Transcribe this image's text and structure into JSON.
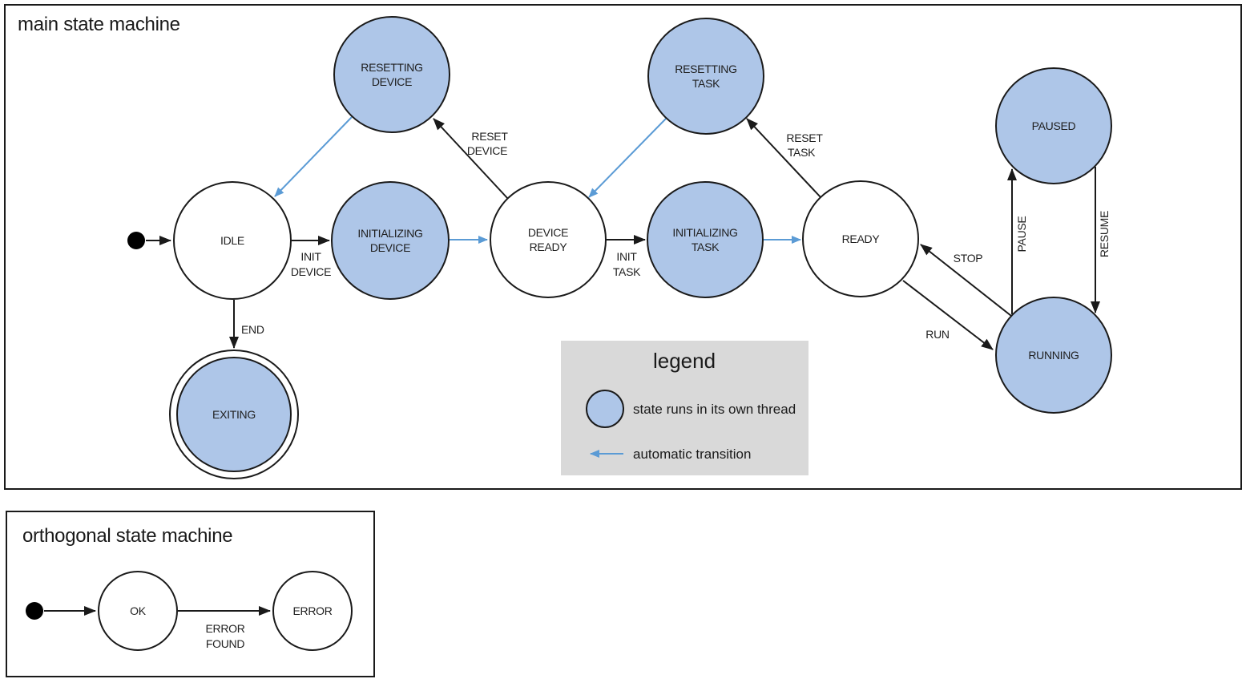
{
  "colors": {
    "threaded_state_fill": "#aec6e8",
    "automatic_transition": "#5b9bd5",
    "legend_background": "#d9d9d9",
    "line": "#1a1a1a"
  },
  "main": {
    "title": "main state machine",
    "states": {
      "idle": {
        "line1": "IDLE"
      },
      "initializing_device": {
        "line1": "INITIALIZING",
        "line2": "DEVICE"
      },
      "device_ready": {
        "line1": "DEVICE",
        "line2": "READY"
      },
      "initializing_task": {
        "line1": "INITIALIZING",
        "line2": "TASK"
      },
      "ready": {
        "line1": "READY"
      },
      "resetting_device": {
        "line1": "RESETTING",
        "line2": "DEVICE"
      },
      "resetting_task": {
        "line1": "RESETTING",
        "line2": "TASK"
      },
      "paused": {
        "line1": "PAUSED"
      },
      "running": {
        "line1": "RUNNING"
      },
      "exiting": {
        "line1": "EXITING"
      }
    },
    "transitions": {
      "init_device": {
        "line1": "INIT",
        "line2": "DEVICE"
      },
      "init_task": {
        "line1": "INIT",
        "line2": "TASK"
      },
      "reset_device": {
        "line1": "RESET",
        "line2": "DEVICE"
      },
      "reset_task": {
        "line1": "RESET",
        "line2": "TASK"
      },
      "end": {
        "line1": "END"
      },
      "stop": {
        "line1": "STOP"
      },
      "run": {
        "line1": "RUN"
      },
      "pause": {
        "line1": "PAUSE"
      },
      "resume": {
        "line1": "RESUME"
      }
    },
    "legend": {
      "title": "legend",
      "thread_item": "state runs in its own thread",
      "auto_item": "automatic transition"
    }
  },
  "orthogonal": {
    "title": "orthogonal state machine",
    "states": {
      "ok": {
        "line1": "OK"
      },
      "error": {
        "line1": "ERROR"
      }
    },
    "transitions": {
      "error_found": {
        "line1": "ERROR",
        "line2": "FOUND"
      }
    }
  }
}
